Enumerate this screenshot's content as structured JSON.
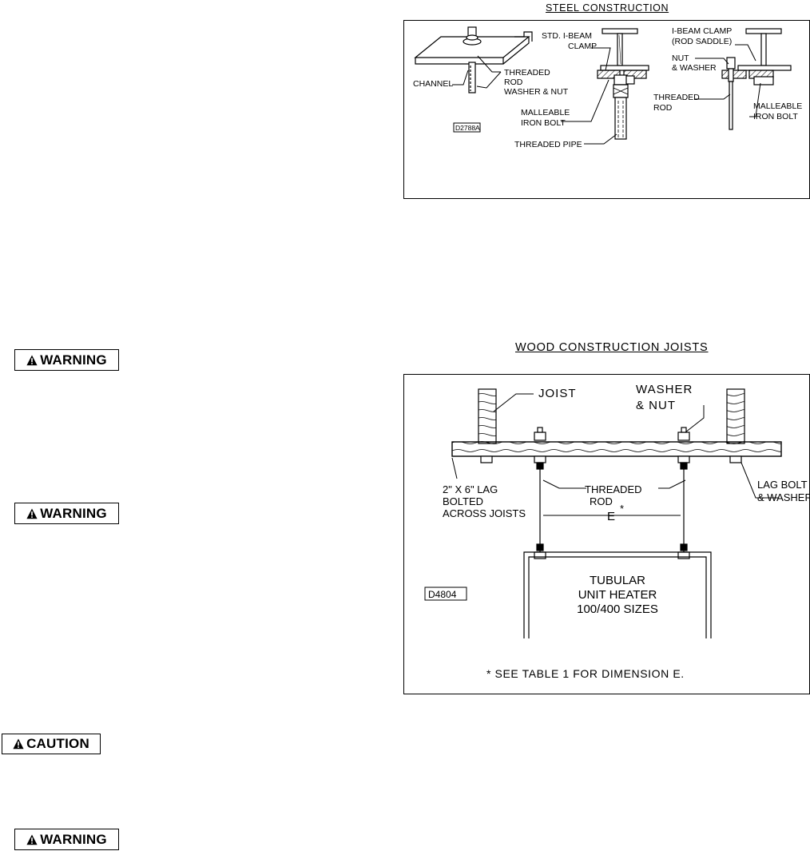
{
  "steel": {
    "title": "STEEL CONSTRUCTION",
    "labels": {
      "channel": "CHANNEL",
      "threaded_rod_1": "THREADED",
      "threaded_rod_2": "ROD",
      "washer_nut": "WASHER & NUT",
      "code": "D2788A",
      "std_clamp_1": "STD. I-BEAM",
      "std_clamp_2": "CLAMP",
      "malleable_1": "MALLEABLE",
      "malleable_2": "IRON BOLT",
      "threaded_pipe": "THREADED PIPE",
      "ibeam_clamp_1": "I-BEAM CLAMP",
      "ibeam_clamp_2": "(ROD SADDLE)",
      "nut_1": "NUT",
      "nut_2": "& WASHER",
      "threaded_r_1": "THREADED",
      "threaded_r_2": "ROD",
      "malleable_r_1": "MALLEABLE",
      "malleable_r_2": "IRON BOLT"
    }
  },
  "wood": {
    "title": "WOOD CONSTRUCTION JOISTS",
    "labels": {
      "joist": "JOIST",
      "washer_1": "WASHER",
      "washer_2": "& NUT",
      "lag_1": "2\" X 6\" LAG",
      "lag_2": "BOLTED",
      "lag_3": "ACROSS JOISTS",
      "rod_1": "THREADED",
      "rod_2": "ROD",
      "lagbolt_1": "LAG BOLT",
      "lagbolt_2": "& WASHER",
      "dim": "E",
      "dim_star": "*",
      "heater_1": "TUBULAR",
      "heater_2": "UNIT HEATER",
      "heater_3": "100/400 SIZES",
      "code": "D4804",
      "note": "* SEE TABLE 1 FOR DIMENSION E."
    }
  },
  "badges": {
    "warning_1": "WARNING",
    "warning_2": "WARNING",
    "caution": "CAUTION",
    "warning_3": "WARNING"
  }
}
